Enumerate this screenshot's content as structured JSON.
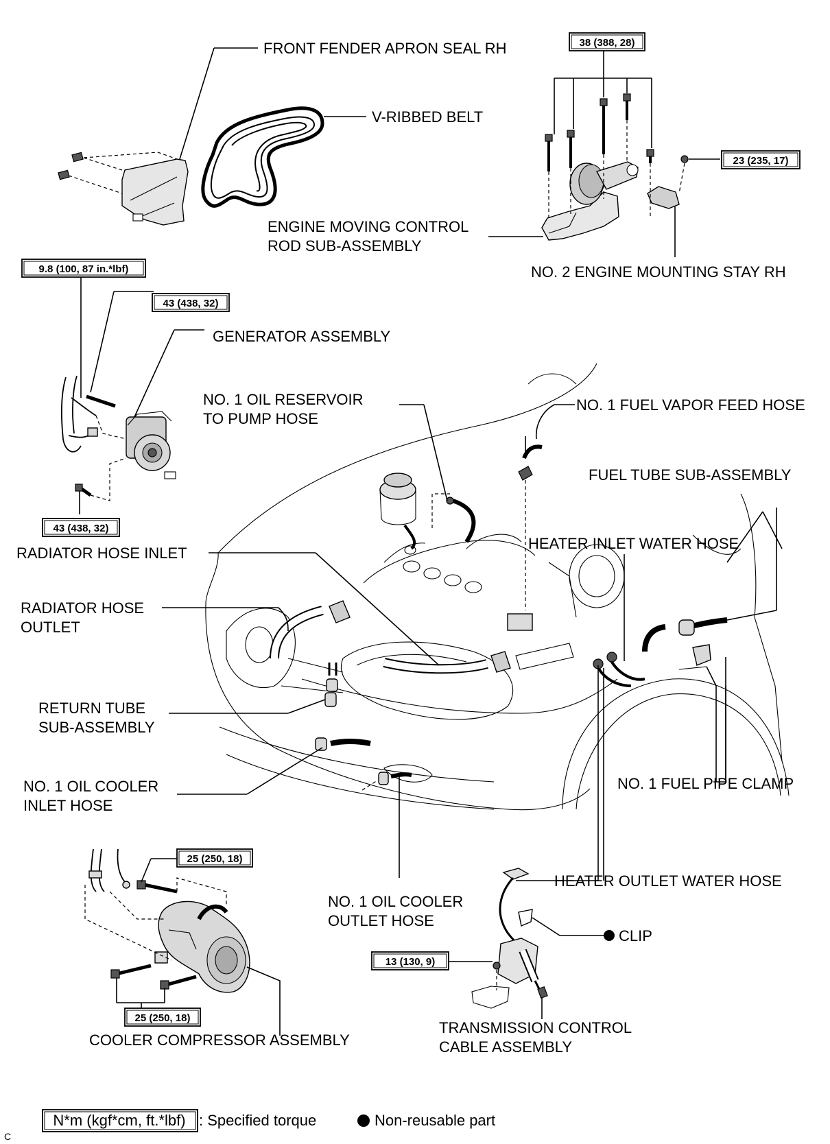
{
  "labels": {
    "front_fender_apron_seal_rh": "FRONT FENDER APRON SEAL RH",
    "v_ribbed_belt": "V-RIBBED BELT",
    "engine_moving_control_rod_1": "ENGINE MOVING CONTROL",
    "engine_moving_control_rod_2": "ROD SUB-ASSEMBLY",
    "no2_engine_mounting_stay_rh": "NO. 2 ENGINE MOUNTING STAY RH",
    "generator_assembly": "GENERATOR ASSEMBLY",
    "no1_oil_reservoir_1": "NO. 1 OIL RESERVOIR",
    "no1_oil_reservoir_2": "TO PUMP HOSE",
    "no1_fuel_vapor_feed_hose": "NO. 1 FUEL VAPOR FEED HOSE",
    "fuel_tube_sub_assembly": "FUEL TUBE SUB-ASSEMBLY",
    "heater_inlet_water_hose": "HEATER INLET WATER HOSE",
    "radiator_hose_inlet": "RADIATOR HOSE INLET",
    "radiator_hose_outlet_1": "RADIATOR HOSE",
    "radiator_hose_outlet_2": "OUTLET",
    "return_tube_1": "RETURN TUBE",
    "return_tube_2": "SUB-ASSEMBLY",
    "no1_oil_cooler_inlet_1": "NO. 1 OIL COOLER",
    "no1_oil_cooler_inlet_2": "INLET HOSE",
    "no1_fuel_pipe_clamp": "NO. 1 FUEL PIPE CLAMP",
    "heater_outlet_water_hose": "HEATER OUTLET WATER HOSE",
    "no1_oil_cooler_outlet_1": "NO. 1 OIL COOLER",
    "no1_oil_cooler_outlet_2": "OUTLET HOSE",
    "clip": "CLIP",
    "transmission_cable_1": "TRANSMISSION CONTROL",
    "transmission_cable_2": "CABLE ASSEMBLY",
    "cooler_compressor_assembly": "COOLER COMPRESSOR ASSEMBLY"
  },
  "torques": {
    "mount_rod_bolts": "38 (388, 28)",
    "mount_stay_nut": "23 (235, 17)",
    "generator_terminal_nut": "9.8 (100, 87 in.*lbf)",
    "generator_upper_bolt": "43 (438, 32)",
    "generator_lower_bolt": "43 (438, 32)",
    "compressor_upper_bolt": "25 (250, 18)",
    "compressor_lower_bolts": "25 (250, 18)",
    "cable_nut": "13 (130, 9)"
  },
  "legend": {
    "torque_format": "N*m (kgf*cm, ft.*lbf)",
    "torque_meaning": ": Specified torque",
    "non_reusable": "Non-reusable part"
  },
  "figure_code": "C"
}
